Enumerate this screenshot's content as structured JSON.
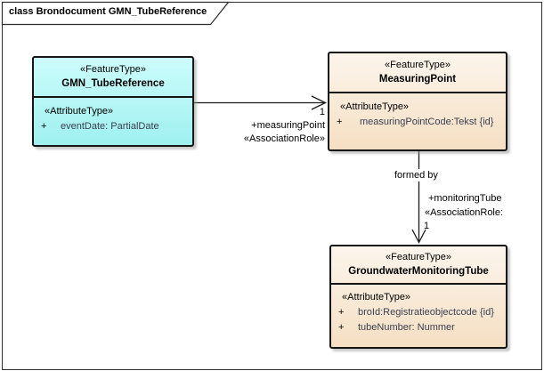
{
  "frame": {
    "title": "class Brondocument GMN_TubeReference"
  },
  "classes": {
    "gmn_tube_reference": {
      "stereotype": "«FeatureType»",
      "name": "GMN_TubeReference",
      "attr_stereotype": "«AttributeType»",
      "attributes": [
        {
          "vis": "+",
          "text": "eventDate: PartialDate"
        }
      ]
    },
    "measuring_point": {
      "stereotype": "«FeatureType»",
      "name": "MeasuringPoint",
      "attr_stereotype": "«AttributeType»",
      "attributes": [
        {
          "vis": "+",
          "text": "measuringPointCode:Tekst {id}"
        }
      ]
    },
    "groundwater_monitoring_tube": {
      "stereotype": "«FeatureType»",
      "name": "GroundwaterMonitoringTube",
      "attr_stereotype": "«AttributeType»",
      "attributes": [
        {
          "vis": "+",
          "text": "broId:Registratieobjectcode {id}"
        },
        {
          "vis": "+",
          "text": "tubeNumber: Nummer"
        }
      ]
    }
  },
  "associations": {
    "to_measuring_point": {
      "multiplicity": "1",
      "role": "+measuringPoint",
      "role_stereotype": "«AssociationRole»"
    },
    "to_monitoring_tube": {
      "name": "formed by",
      "role": "+monitoringTube",
      "role_stereotype": "«AssociationRole:",
      "multiplicity": "1"
    }
  },
  "colors": {
    "cyan_fill_top": "#CDFCFC",
    "cyan_fill_bottom": "#9FF0F0",
    "peach_fill_top": "#FCF5EC",
    "peach_fill_bottom": "#F5DFC3",
    "border": "#151515",
    "attribute_text": "#3A4050",
    "background": "#FFFFFF"
  }
}
